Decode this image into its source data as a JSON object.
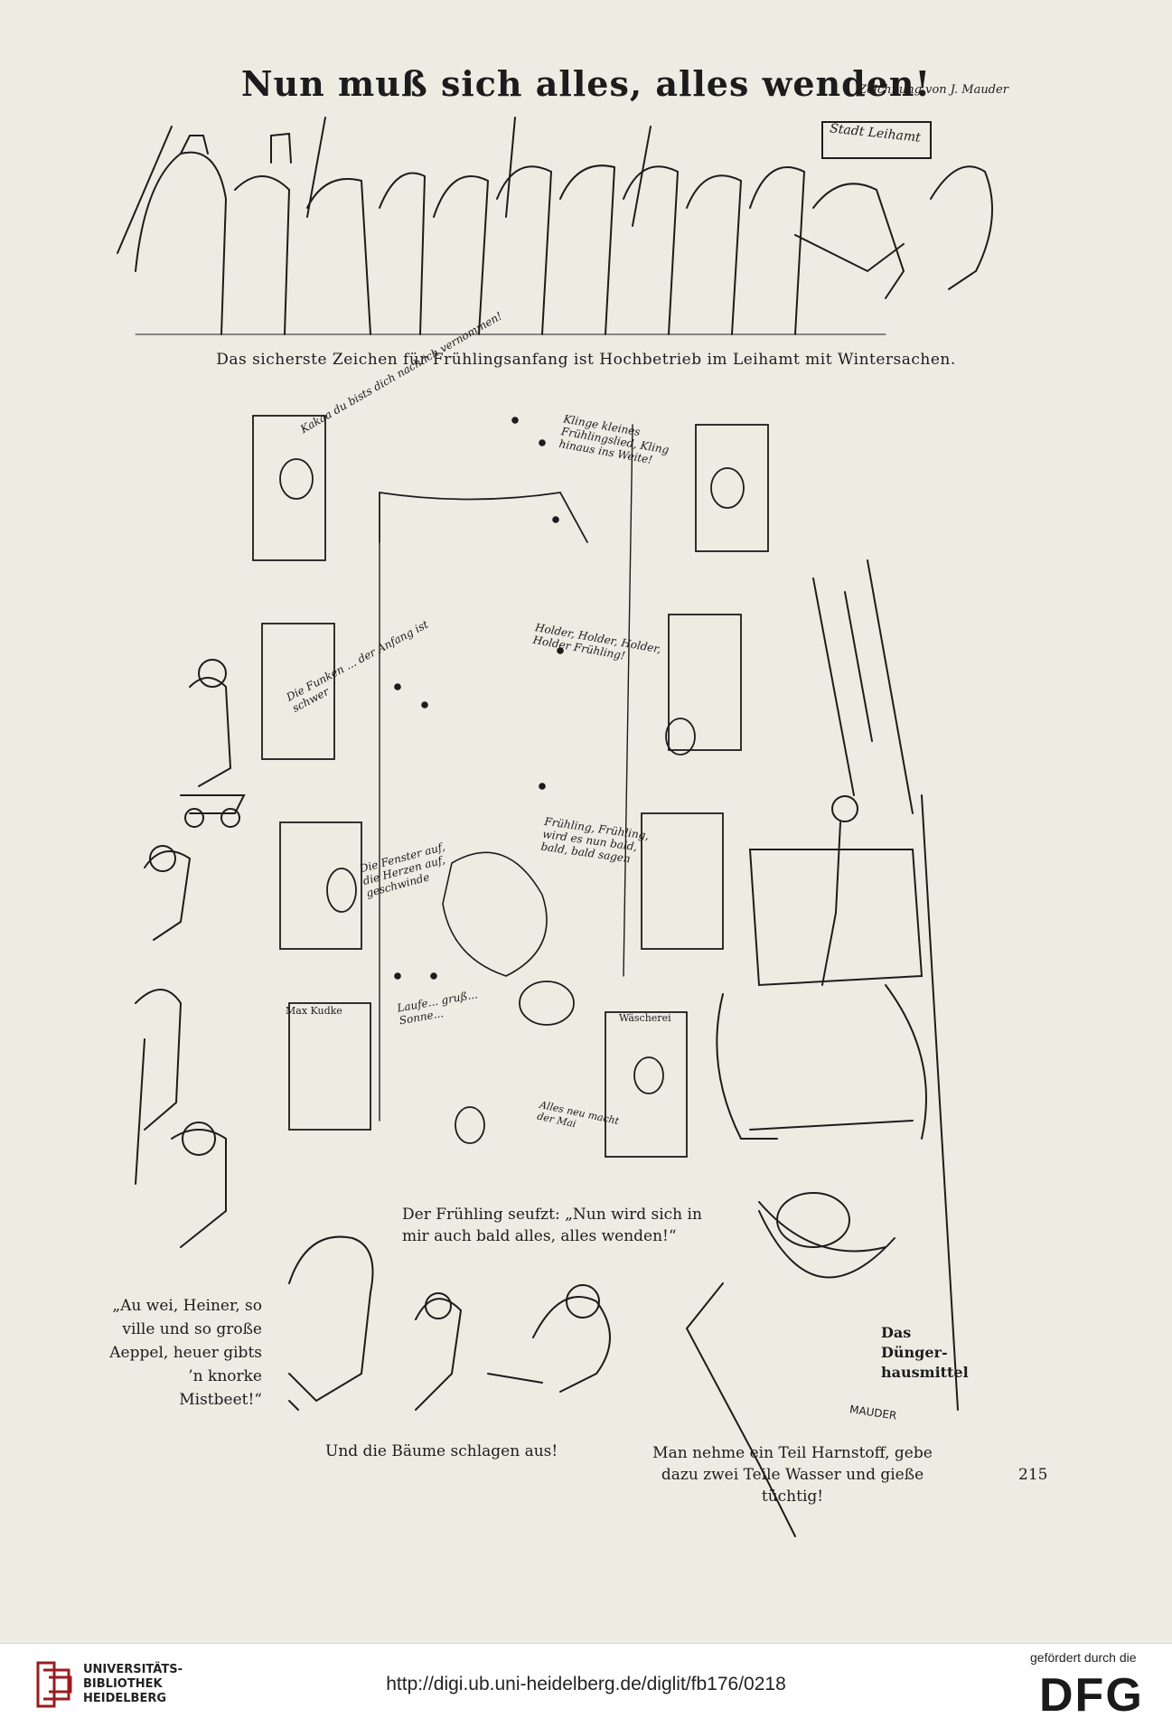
{
  "page": {
    "title": "Nun muß sich alles, alles wenden!",
    "credit": "Zeichnung von J. Mauder",
    "caption_top": "Das sicherste Zeichen für Frühlingsanfang ist Hochbetrieb im Leihamt mit Wintersachen.",
    "caption_mid": "Der Frühling seufzt: „Nun wird sich in mir auch bald alles, alles wenden!“",
    "caption_left": "„Au wei, Heiner, so ville und so große Aeppel, heuer gibts ’n knorke Mistbeet!“",
    "caption_right": "Das Dünger-hausmittel",
    "caption_bottom_left": "Und die Bäume schlagen aus!",
    "caption_bottom_right": "Man nehme ein Teil Harnstoff, gebe dazu zwei Teile Wasser und gieße tüchtig!",
    "page_number": "215"
  },
  "illustration": {
    "sign_leihamt": "Stadt Leihamt",
    "singer_text_1": "Kakaa du bists dich nach ich vernommen!",
    "singer_text_2": "Klinge kleines Frühlingslied, Kling hinaus ins Weite!",
    "singer_text_3": "Die Funken ... der Anfang ist schwer",
    "singer_text_4": "Holder, Holder, Holder, Holder Frühling!",
    "singer_text_5": "Die Fenster auf, die Herzen auf, geschwinde",
    "singer_text_6": "Frühling, Frühling, wird es nun bald, bald, bald sagen",
    "singer_text_7": "Laufe... gruß... Sonne...",
    "sign_max": "Max Kudke",
    "sign_waescherei": "Wäscherei",
    "singer_text_8": "Alles neu macht der Mai",
    "signature": "MAUDER"
  },
  "footer": {
    "institution_line1": "UNIVERSITÄTS-",
    "institution_line2": "BIBLIOTHEK",
    "institution_line3": "HEIDELBERG",
    "url": "http://digi.ub.uni-heidelberg.de/diglit/fb176/0218",
    "funded_by": "gefördert durch die",
    "funder_logo": "DFG"
  },
  "colors": {
    "paper": "#eeebe3",
    "ink": "#1c1c1c",
    "footer_bg": "#ffffff",
    "logo_red": "#9b1b1f"
  }
}
